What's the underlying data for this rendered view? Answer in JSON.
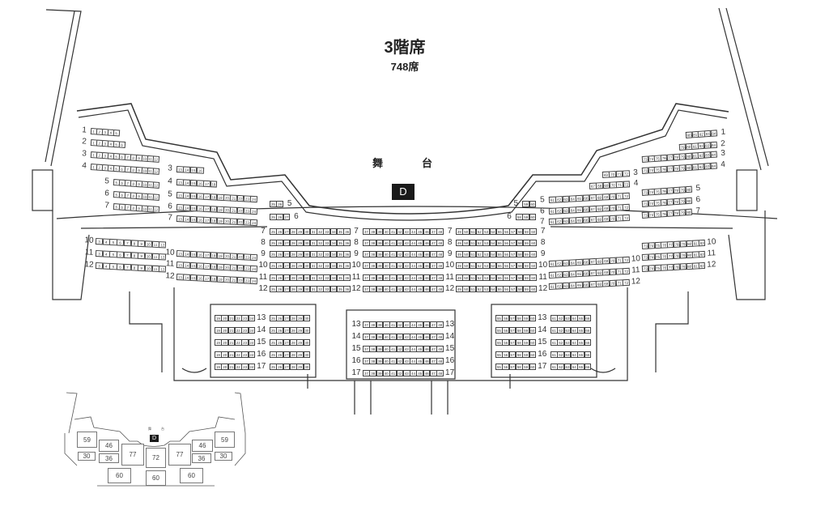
{
  "title": "3階席",
  "capacity": "748席",
  "stage": {
    "char1": "舞",
    "char2": "台",
    "door_label": "D"
  },
  "blocks": [
    {
      "id": "left-outer-upper",
      "rows": [
        {
          "label": "1",
          "from": 1,
          "to": 5
        },
        {
          "label": "2",
          "from": 1,
          "to": 6
        },
        {
          "label": "3",
          "from": 1,
          "to": 12
        },
        {
          "label": "4",
          "from": 1,
          "to": 12
        },
        {
          "label": "5",
          "from": 5,
          "to": 12
        },
        {
          "label": "6",
          "from": 5,
          "to": 12
        },
        {
          "label": "7",
          "from": 5,
          "to": 12
        }
      ]
    },
    {
      "id": "left-mid-upper",
      "rows": [
        {
          "label": "3",
          "from": 13,
          "to": 16
        },
        {
          "label": "4",
          "from": 13,
          "to": 18
        },
        {
          "label": "5",
          "from": 13,
          "to": 24
        },
        {
          "label": "6",
          "from": 13,
          "to": 24
        },
        {
          "label": "7",
          "from": 13,
          "to": 24
        }
      ]
    },
    {
      "id": "left-inner-upper",
      "rows": [
        {
          "label": "5",
          "from": 25,
          "to": 26
        },
        {
          "label": "6",
          "from": 25,
          "to": 27
        }
      ]
    },
    {
      "id": "center-left",
      "rows": [
        {
          "label": "7",
          "from": 25,
          "to": 36
        },
        {
          "label": "8",
          "from": 25,
          "to": 36
        },
        {
          "label": "9",
          "from": 25,
          "to": 36
        },
        {
          "label": "10",
          "from": 25,
          "to": 36
        },
        {
          "label": "11",
          "from": 25,
          "to": 36
        },
        {
          "label": "12",
          "from": 25,
          "to": 36
        }
      ]
    },
    {
      "id": "center",
      "rows": [
        {
          "label": "7",
          "from": 37,
          "to": 48
        },
        {
          "label": "8",
          "from": 37,
          "to": 48
        },
        {
          "label": "9",
          "from": 37,
          "to": 48
        },
        {
          "label": "10",
          "from": 37,
          "to": 48
        },
        {
          "label": "11",
          "from": 37,
          "to": 48
        },
        {
          "label": "12",
          "from": 37,
          "to": 48
        }
      ]
    },
    {
      "id": "center-right",
      "rows": [
        {
          "label": "7",
          "from": 49,
          "to": 60
        },
        {
          "label": "8",
          "from": 49,
          "to": 60
        },
        {
          "label": "9",
          "from": 49,
          "to": 60
        },
        {
          "label": "10",
          "from": 49,
          "to": 60
        },
        {
          "label": "11",
          "from": 49,
          "to": 60
        },
        {
          "label": "12",
          "from": 49,
          "to": 60
        }
      ]
    },
    {
      "id": "right-inner-upper",
      "rows": [
        {
          "label": "5",
          "from": 59,
          "to": 60
        },
        {
          "label": "6",
          "from": 58,
          "to": 60
        }
      ]
    },
    {
      "id": "right-mid-upper",
      "rows": [
        {
          "label": "3",
          "from": 69,
          "to": 72
        },
        {
          "label": "4",
          "from": 67,
          "to": 72
        },
        {
          "label": "5",
          "from": 61,
          "to": 72
        },
        {
          "label": "6",
          "from": 61,
          "to": 72
        },
        {
          "label": "7",
          "from": 61,
          "to": 72
        }
      ]
    },
    {
      "id": "right-outer-upper",
      "rows": [
        {
          "label": "1",
          "from": 80,
          "to": 84
        },
        {
          "label": "2",
          "from": 79,
          "to": 84
        },
        {
          "label": "3",
          "from": 73,
          "to": 84
        },
        {
          "label": "4",
          "from": 73,
          "to": 84
        },
        {
          "label": "5",
          "from": 73,
          "to": 80
        },
        {
          "label": "6",
          "from": 73,
          "to": 80
        },
        {
          "label": "7",
          "from": 73,
          "to": 80
        }
      ]
    },
    {
      "id": "left-outer-lower",
      "rows": [
        {
          "label": "10",
          "from": 3,
          "to": 12
        },
        {
          "label": "11",
          "from": 3,
          "to": 12
        },
        {
          "label": "12",
          "from": 3,
          "to": 12
        }
      ]
    },
    {
      "id": "left-mid-lower",
      "rows": [
        {
          "label": "10",
          "from": 13,
          "to": 24
        },
        {
          "label": "11",
          "from": 13,
          "to": 24
        },
        {
          "label": "12",
          "from": 13,
          "to": 24
        }
      ]
    },
    {
      "id": "right-mid-lower",
      "rows": [
        {
          "label": "10",
          "from": 61,
          "to": 72
        },
        {
          "label": "11",
          "from": 61,
          "to": 72
        },
        {
          "label": "12",
          "from": 61,
          "to": 72
        }
      ]
    },
    {
      "id": "right-outer-lower",
      "rows": [
        {
          "label": "10",
          "from": 73,
          "to": 82
        },
        {
          "label": "11",
          "from": 73,
          "to": 82
        },
        {
          "label": "12",
          "from": 73,
          "to": 82
        }
      ]
    },
    {
      "id": "rear-left-a",
      "rows": [
        {
          "label": "13",
          "from": 19,
          "to": 24
        },
        {
          "label": "14",
          "from": 19,
          "to": 24
        },
        {
          "label": "15",
          "from": 19,
          "to": 24
        },
        {
          "label": "16",
          "from": 19,
          "to": 24
        },
        {
          "label": "17",
          "from": 19,
          "to": 24
        }
      ]
    },
    {
      "id": "rear-left-b",
      "rows": [
        {
          "label": "13",
          "from": 25,
          "to": 30
        },
        {
          "label": "14",
          "from": 25,
          "to": 30
        },
        {
          "label": "15",
          "from": 25,
          "to": 30
        },
        {
          "label": "16",
          "from": 25,
          "to": 30
        },
        {
          "label": "17",
          "from": 25,
          "to": 30
        }
      ]
    },
    {
      "id": "rear-center",
      "rows": [
        {
          "label": "13",
          "from": 37,
          "to": 48
        },
        {
          "label": "14",
          "from": 37,
          "to": 48
        },
        {
          "label": "15",
          "from": 37,
          "to": 48
        },
        {
          "label": "16",
          "from": 37,
          "to": 48
        },
        {
          "label": "17",
          "from": 37,
          "to": 48
        }
      ]
    },
    {
      "id": "rear-right-a",
      "rows": [
        {
          "label": "13",
          "from": 55,
          "to": 60
        },
        {
          "label": "14",
          "from": 55,
          "to": 60
        },
        {
          "label": "15",
          "from": 55,
          "to": 60
        },
        {
          "label": "16",
          "from": 55,
          "to": 60
        },
        {
          "label": "17",
          "from": 55,
          "to": 60
        }
      ]
    },
    {
      "id": "rear-right-b",
      "rows": [
        {
          "label": "13",
          "from": 61,
          "to": 66
        },
        {
          "label": "14",
          "from": 61,
          "to": 66
        },
        {
          "label": "15",
          "from": 61,
          "to": 66
        },
        {
          "label": "16",
          "from": 61,
          "to": 66
        },
        {
          "label": "17",
          "from": 61,
          "to": 66
        }
      ]
    }
  ],
  "mini_map": {
    "stage_char1": "舞",
    "stage_char2": "台",
    "door_label": "D",
    "sections": [
      "59",
      "46",
      "30",
      "36",
      "77",
      "72",
      "77",
      "36",
      "30",
      "46",
      "59",
      "60",
      "60",
      "60"
    ]
  }
}
